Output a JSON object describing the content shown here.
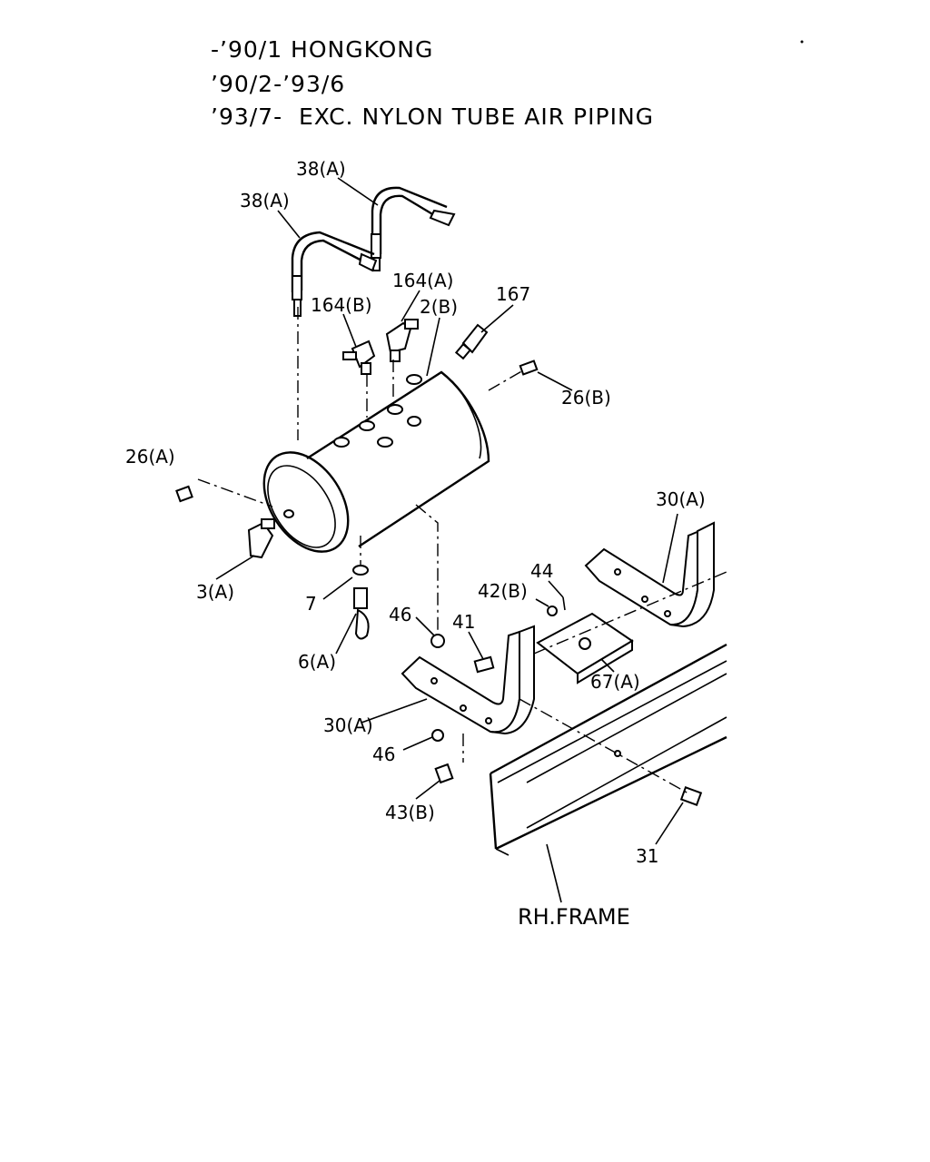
{
  "header": {
    "line1": "-’90/1 HONGKONG",
    "line2": "’90/2-’93/6",
    "line3": "’93/7-  EXC. NYLON TUBE AIR PIPING"
  },
  "callouts": {
    "c38a_top": "38(A)",
    "c38a_left": "38(A)",
    "c164a": "164(A)",
    "c164b": "164(B)",
    "c2b": "2(B)",
    "c167": "167",
    "c26b": "26(B)",
    "c26a": "26(A)",
    "c3a": "3(A)",
    "c7": "7",
    "c6a": "6(A)",
    "c46_top": "46",
    "c41": "41",
    "c42b": "42(B)",
    "c44": "44",
    "c30a_right": "30(A)",
    "c67a": "67(A)",
    "c30a_left": "30(A)",
    "c46_bot": "46",
    "c43b": "43(B)",
    "c31": "31",
    "rh_frame": "RH.FRAME"
  }
}
